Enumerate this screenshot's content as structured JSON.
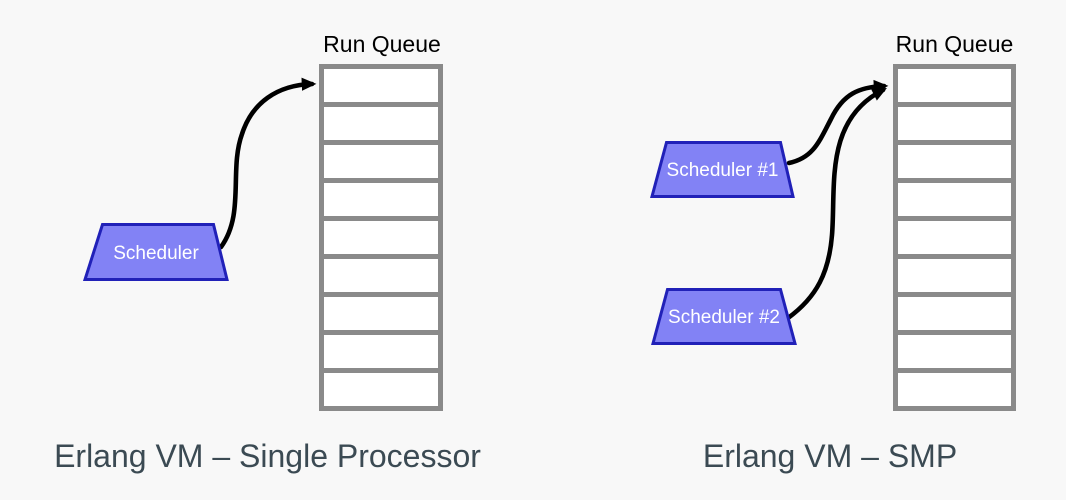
{
  "colors": {
    "background": "#f8f8f8",
    "queue_border": "#8a8a8a",
    "queue_cell": "#ffffff",
    "scheduler_fill": "#8282f5",
    "scheduler_border": "#2121b8",
    "scheduler_text": "#ffffff",
    "arrow": "#000000",
    "caption_text": "#3b4a53",
    "label_text": "#000000"
  },
  "left_panel": {
    "run_queue_label": "Run Queue",
    "queue_slots": 9,
    "scheduler": {
      "label": "Scheduler"
    },
    "caption": "Erlang VM – Single Processor"
  },
  "right_panel": {
    "run_queue_label": "Run Queue",
    "queue_slots": 9,
    "schedulers": [
      {
        "label": "Scheduler #1"
      },
      {
        "label": "Scheduler #2"
      }
    ],
    "caption": "Erlang VM – SMP"
  }
}
